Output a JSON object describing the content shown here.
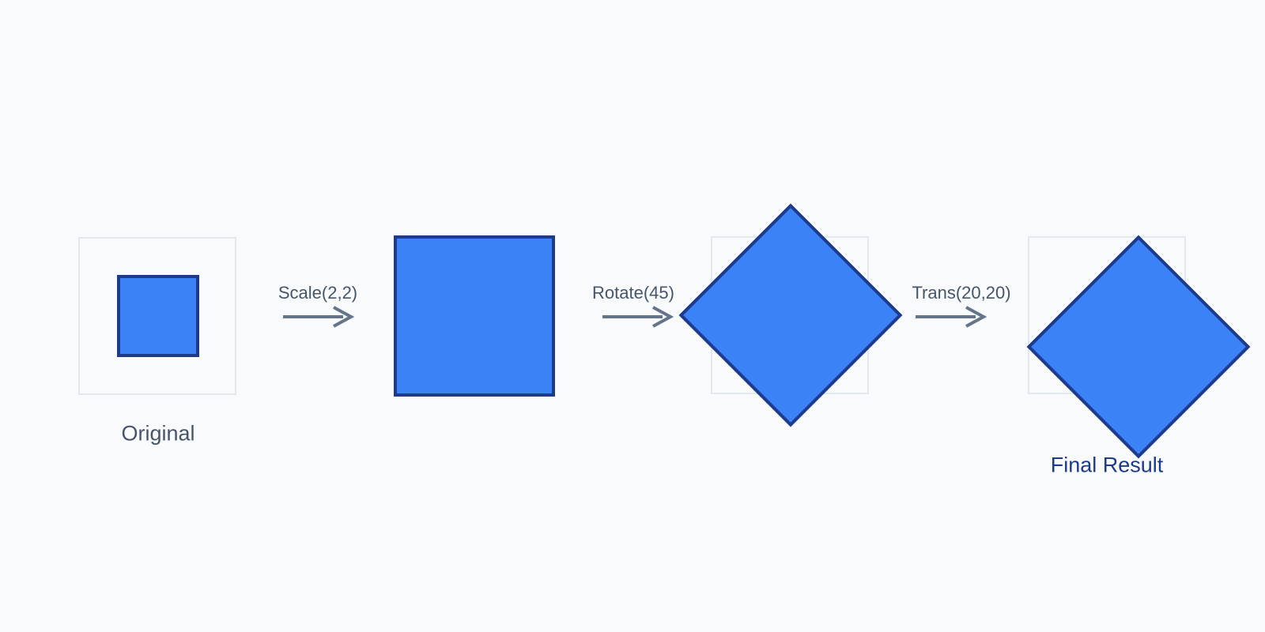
{
  "diagram": {
    "steps": [
      {
        "shape": "square",
        "variant": "small",
        "label": "Original"
      },
      {
        "shape": "square",
        "variant": "large"
      },
      {
        "shape": "diamond",
        "variant": "rotated"
      },
      {
        "shape": "diamond",
        "variant": "rotated-offset",
        "label": "Final Result"
      }
    ],
    "arrows": [
      {
        "label": "Scale(2,2)",
        "icon": "right-arrow-icon"
      },
      {
        "label": "Rotate(45)",
        "icon": "right-arrow-icon"
      },
      {
        "label": "Trans(20,20)",
        "icon": "right-arrow-icon"
      }
    ]
  },
  "colors": {
    "background": "#f8fafc",
    "shape_fill": "#3b82f6",
    "shape_stroke": "#1e3a8a",
    "frame_border": "#e2e8f0",
    "arrow": "#64748b",
    "label": "#475569",
    "final_label": "#1e3a8a"
  }
}
